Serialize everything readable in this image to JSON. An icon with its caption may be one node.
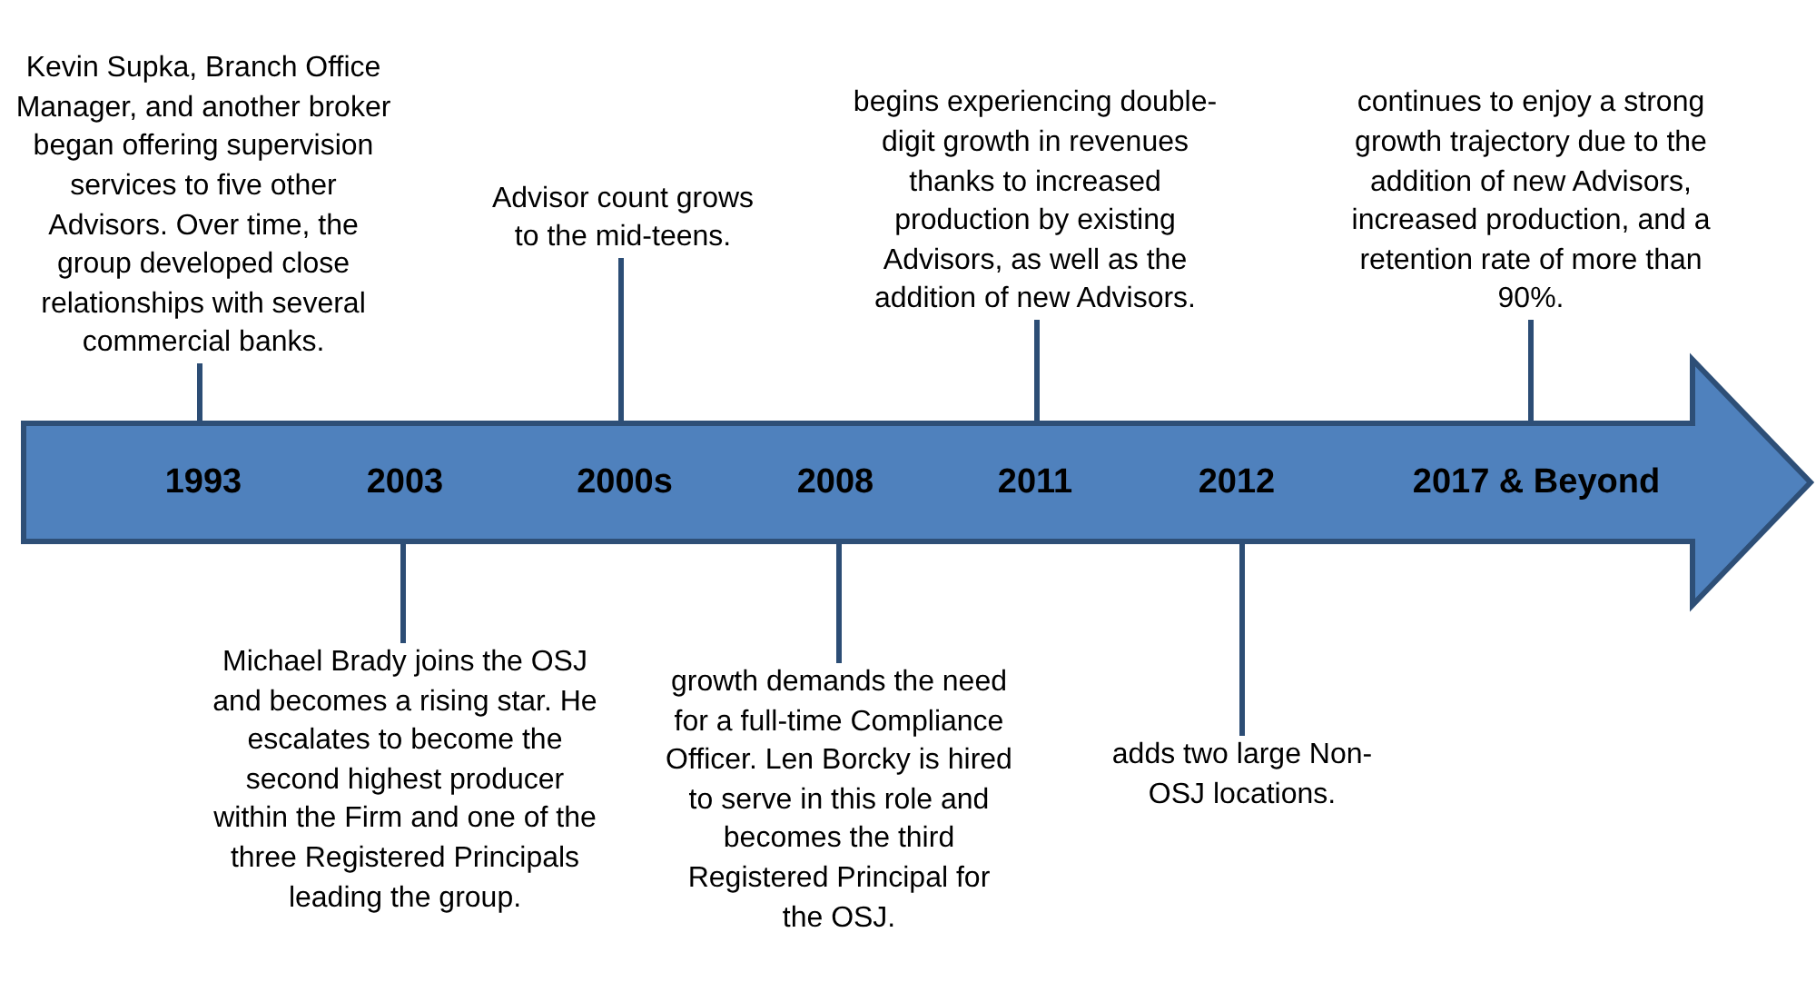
{
  "diagram": {
    "nodes": [
      {
        "text": [
          "1993",
          "2003",
          "2000s",
          "2008",
          "2011",
          "2012",
          "2017 & Beyond"
        ]
      },
      {
        "text": [
          "Kevin Supka, Branch Office Manager, and another broker began offering supervision services to five other Advisors. Over time, the group developed close relationships with several commercial banks."
        ]
      },
      {
        "text": [
          "Michael Brady joins the OSJ and becomes a rising star. He escalates to become the second highest producer within the Firm and one of the three Registered Principals leading the group."
        ]
      },
      {
        "text": [
          "Advisor count grows to the mid-teens."
        ]
      },
      {
        "text": [
          "growth demands the need for a full-time Compliance Officer. Len Borcky is hired to serve in this role and becomes the third Registered Principal for the OSJ."
        ]
      },
      {
        "text": [
          "begins experiencing double-digit growth in revenues thanks to increased production by existing Advisors, as well as the addition of new Advisors."
        ]
      },
      {
        "text": [
          "adds two large Non-OSJ locations."
        ]
      },
      {
        "text": [
          "continues to enjoy a strong growth trajectory due to the addition of new Advisors, increased production, and a retention rate of more than 90%."
        ]
      }
    ],
    "edges": [
      {
        "from": 1,
        "to": 0,
        "arrow": "none"
      },
      {
        "from": 2,
        "to": 0,
        "arrow": "none"
      },
      {
        "from": 3,
        "to": 0,
        "arrow": "none"
      },
      {
        "from": 4,
        "to": 0,
        "arrow": "none"
      },
      {
        "from": 5,
        "to": 0,
        "arrow": "none"
      },
      {
        "from": 6,
        "to": 0,
        "arrow": "none"
      },
      {
        "from": 7,
        "to": 0,
        "arrow": "none"
      }
    ]
  }
}
